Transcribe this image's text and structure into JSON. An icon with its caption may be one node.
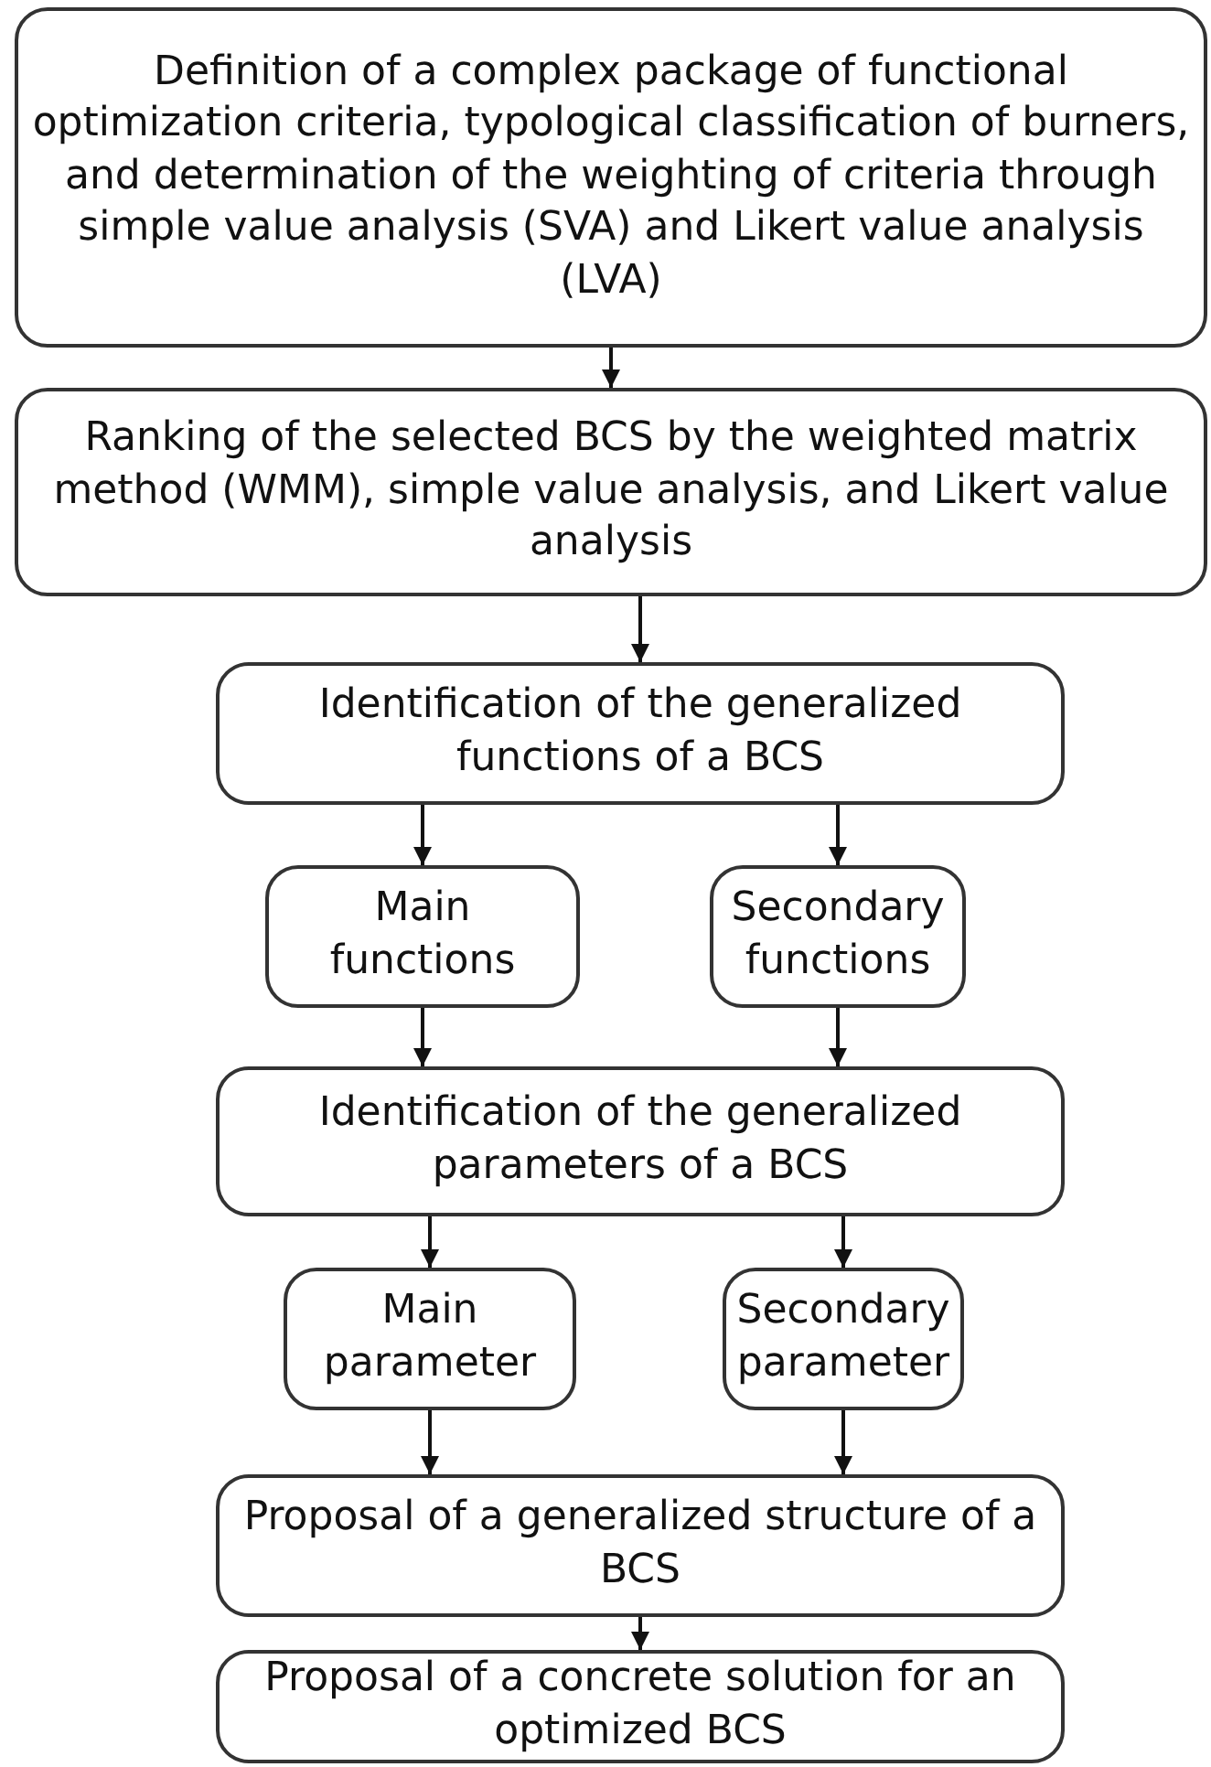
{
  "diagram": {
    "nodes": [
      {
        "text": [
          "Definition of a complex package of functional optimization criteria, typological classification of burners, and determination of the weighting of criteria through simple value analysis (SVA) and Likert value analysis (LVA)"
        ]
      },
      {
        "text": [
          "Ranking of the selected BCS by the weighted matrix method (WMM), simple value analysis, and Likert value analysis"
        ]
      },
      {
        "text": [
          "Identification of the generalized functions of a BCS"
        ]
      },
      {
        "text": [
          "Main functions"
        ]
      },
      {
        "text": [
          "Secondary functions"
        ]
      },
      {
        "text": [
          "Identification of the generalized parameters of a BCS"
        ]
      },
      {
        "text": [
          "Main parameter"
        ]
      },
      {
        "text": [
          "Secondary parameter"
        ]
      },
      {
        "text": [
          "Proposal of a generalized structure of a BCS"
        ]
      },
      {
        "text": [
          "Proposal of a concrete solution for an optimized BCS"
        ]
      }
    ],
    "edges": [
      {
        "from": 0,
        "to": 1,
        "arrow": "to"
      },
      {
        "from": 1,
        "to": 2,
        "arrow": "to"
      },
      {
        "from": 2,
        "to": 3,
        "arrow": "to"
      },
      {
        "from": 2,
        "to": 4,
        "arrow": "to"
      },
      {
        "from": 3,
        "to": 5,
        "arrow": "to"
      },
      {
        "from": 4,
        "to": 5,
        "arrow": "to"
      },
      {
        "from": 5,
        "to": 6,
        "arrow": "to"
      },
      {
        "from": 5,
        "to": 7,
        "arrow": "to"
      },
      {
        "from": 6,
        "to": 8,
        "arrow": "to"
      },
      {
        "from": 7,
        "to": 8,
        "arrow": "to"
      },
      {
        "from": 8,
        "to": 9,
        "arrow": "to"
      }
    ]
  }
}
